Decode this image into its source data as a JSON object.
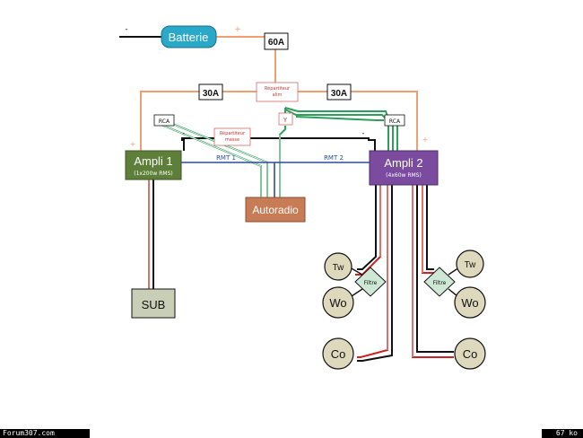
{
  "diagram": {
    "battery": {
      "label": "Batterie",
      "minus": "-",
      "plus": "+"
    },
    "fuses": {
      "main": "60A",
      "left": "30A",
      "right": "30A"
    },
    "distributors": {
      "power": [
        "Répartiteur",
        "alim"
      ],
      "ground": [
        "Répartiteur",
        "masse"
      ]
    },
    "y_splitter": "Y",
    "rca": {
      "left": "RCA",
      "right": "RCA"
    },
    "amp1": {
      "title": "Ampli 1",
      "subtitle": "(1x200w RMS)",
      "plus": "+",
      "minus": "-"
    },
    "amp2": {
      "title": "Ampli 2",
      "subtitle": "(4x60w RMS)",
      "plus": "+",
      "minus": "-"
    },
    "remotes": {
      "rmt1": "RMT 1",
      "rmt2": "RMT 2"
    },
    "headunit": "Autoradio",
    "sub": "SUB",
    "filters": {
      "left": "Filtre",
      "right": "Filtre"
    },
    "speakers": {
      "left_tw": "Tw",
      "left_wo": "Wo",
      "left_co": "Co",
      "right_tw": "Tw",
      "right_wo": "Wo",
      "right_co": "Co"
    },
    "colors": {
      "battery": "#2aa8c8",
      "amp1": "#5e7f3a",
      "amp2": "#7b4ba0",
      "headunit": "#c87c55",
      "sub": "#c9cfb6",
      "speaker": "#ded9bd",
      "filter": "#cfe8d6",
      "power": "#f0a070",
      "signal": "#2e9e5a",
      "remote": "#2d4d9a",
      "speaker_wire": "#cc2222"
    }
  },
  "footer": {
    "left": "Forum307.com",
    "right": "67 ko"
  }
}
